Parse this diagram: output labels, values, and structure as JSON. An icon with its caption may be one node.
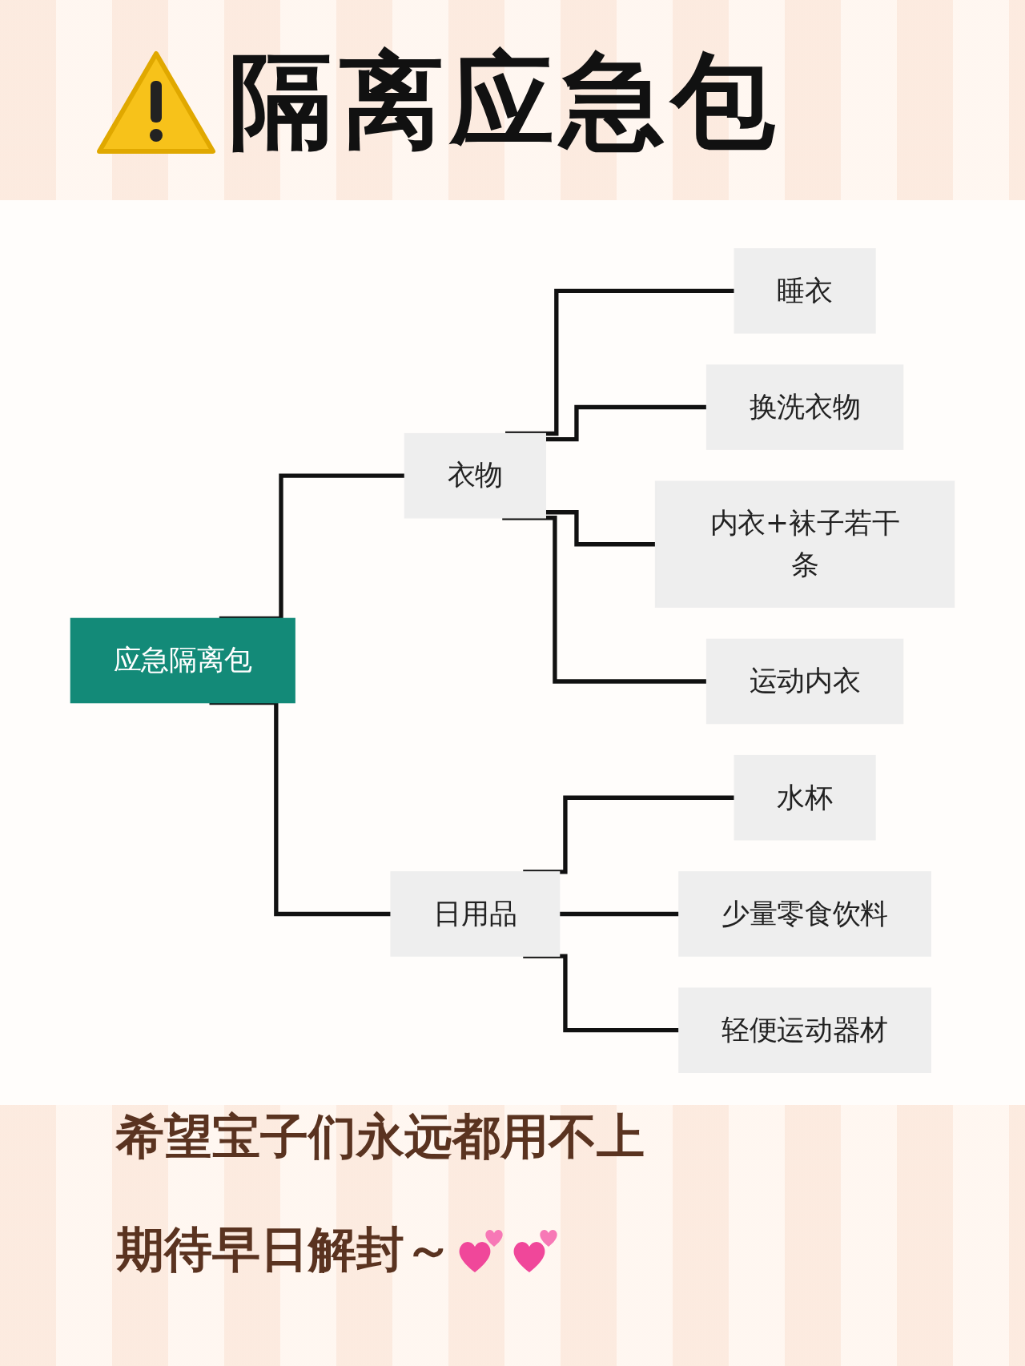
{
  "diagram": {
    "title": "隔离应急包",
    "nodes": [
      {
        "text": [
          "应急隔离包"
        ]
      },
      {
        "text": [
          "衣物"
        ]
      },
      {
        "text": [
          "睡衣"
        ]
      },
      {
        "text": [
          "换洗衣物"
        ]
      },
      {
        "text": [
          "内衣+袜子若干条"
        ]
      },
      {
        "text": [
          "运动内衣"
        ]
      },
      {
        "text": [
          "日用品"
        ]
      },
      {
        "text": [
          "水杯"
        ]
      },
      {
        "text": [
          "少量零食饮料"
        ]
      },
      {
        "text": [
          "轻便运动器材"
        ]
      }
    ],
    "edges": [
      {
        "from": 0,
        "to": 1,
        "arrow": "none"
      },
      {
        "from": 0,
        "to": 6,
        "arrow": "none"
      },
      {
        "from": 1,
        "to": 2,
        "arrow": "none"
      },
      {
        "from": 1,
        "to": 3,
        "arrow": "none"
      },
      {
        "from": 1,
        "to": 4,
        "arrow": "none"
      },
      {
        "from": 1,
        "to": 5,
        "arrow": "none"
      },
      {
        "from": 6,
        "to": 7,
        "arrow": "none"
      },
      {
        "from": 6,
        "to": 8,
        "arrow": "none"
      },
      {
        "from": 6,
        "to": 9,
        "arrow": "none"
      }
    ],
    "labels": [
      "希望宝子们永远都用不上",
      "期待早日解封～"
    ]
  }
}
